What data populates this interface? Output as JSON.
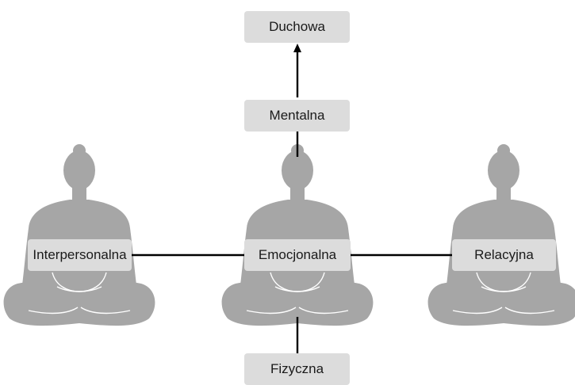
{
  "diagram": {
    "nodes": {
      "top": "Duchowa",
      "upper": "Mentalna",
      "center": "Emocjonalna",
      "left": "Interpersonalna",
      "right": "Relacyjna",
      "bottom": "Fizyczna"
    },
    "colors": {
      "figure": "#a6a6a6",
      "figure_line": "#ffffff",
      "box": "#dcdcdc",
      "connector": "#000000",
      "text": "#1a1a1a"
    },
    "icons": [
      "meditating-woman-icon",
      "arrow-up-icon"
    ]
  }
}
